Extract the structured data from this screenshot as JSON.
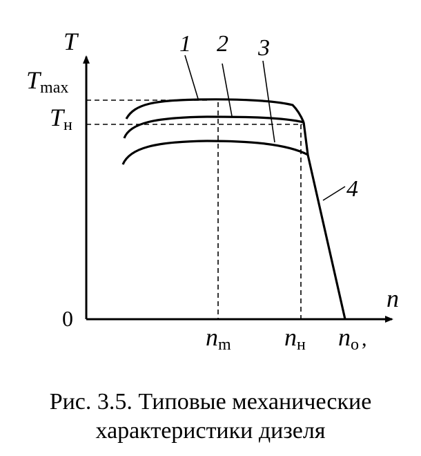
{
  "axes": {
    "y_label": "T",
    "x_label": "n",
    "origin_label": "0",
    "t_max": {
      "main": "T",
      "sub": "max"
    },
    "t_nom": {
      "main": "T",
      "sub": "н"
    },
    "n_m": {
      "main": "n",
      "sub": "m"
    },
    "n_nom": {
      "main": "n",
      "sub": "н"
    },
    "n_0": {
      "main": "n",
      "sub": "о",
      "suffix": ","
    }
  },
  "curve_labels": {
    "c1": "1",
    "c2": "2",
    "c3": "3",
    "c4": "4"
  },
  "caption": {
    "line1": "Рис. 3.5. Типовые механические",
    "line2": "характеристики дизеля"
  },
  "colors": {
    "ink": "#000000",
    "background": "#ffffff"
  }
}
